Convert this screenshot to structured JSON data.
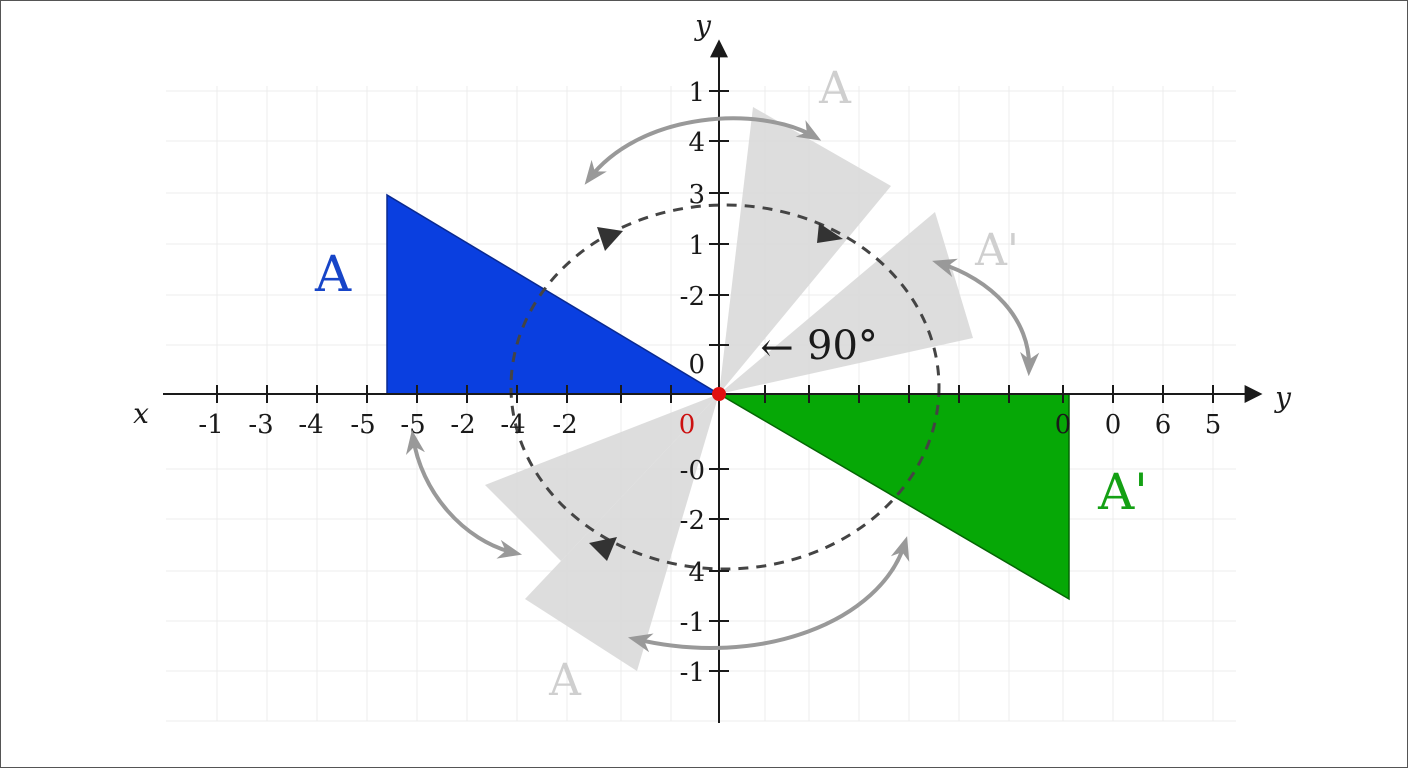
{
  "axes": {
    "x_name": "x",
    "y_name_top": "y",
    "y_name_right": "y",
    "origin_label": "0",
    "x_ticks": [
      "-1",
      "-3",
      "-4",
      "-5",
      "-5",
      "-2",
      "-4",
      "-2",
      "0",
      "0",
      "6",
      "5"
    ],
    "y_ticks_upper": [
      "1",
      "4",
      "3",
      "1",
      "-2",
      "0"
    ],
    "y_ticks_lower": [
      "-0",
      "-2",
      "4",
      "-1",
      "-1"
    ]
  },
  "labels": {
    "shape_original": "A",
    "shape_image": "A'",
    "ghost_top": "A",
    "ghost_upper_right": "A'",
    "ghost_bottom": "A",
    "rotation_angle": "90°",
    "rotation_arrow": "←"
  },
  "colors": {
    "original_fill": "#0a3fe0",
    "image_fill": "#06a806",
    "ghost_fill": "#d9d9d9",
    "center_point": "#e01010",
    "curved_arrow": "#999999",
    "dashed_circle": "#444444"
  }
}
